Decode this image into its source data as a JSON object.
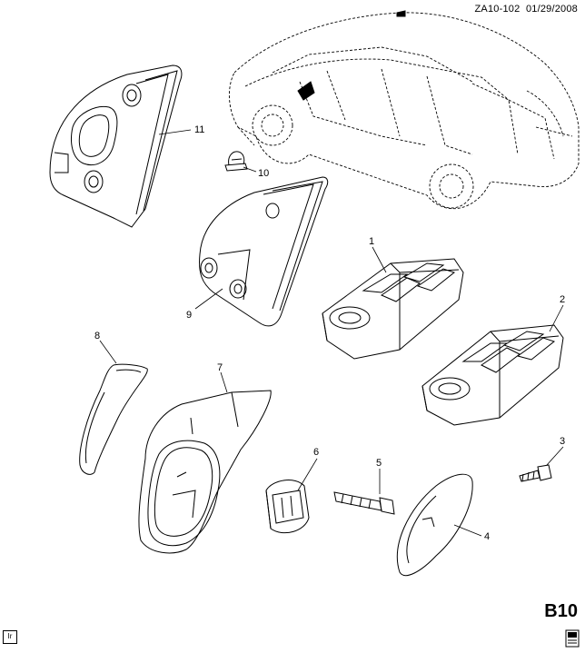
{
  "header": {
    "code": "ZA10-102",
    "date": "01/29/2008"
  },
  "page_code": "B10",
  "lang_code": "Ir",
  "callouts": [
    "1",
    "2",
    "3",
    "4",
    "5",
    "6",
    "7",
    "8",
    "9",
    "10",
    "11"
  ]
}
